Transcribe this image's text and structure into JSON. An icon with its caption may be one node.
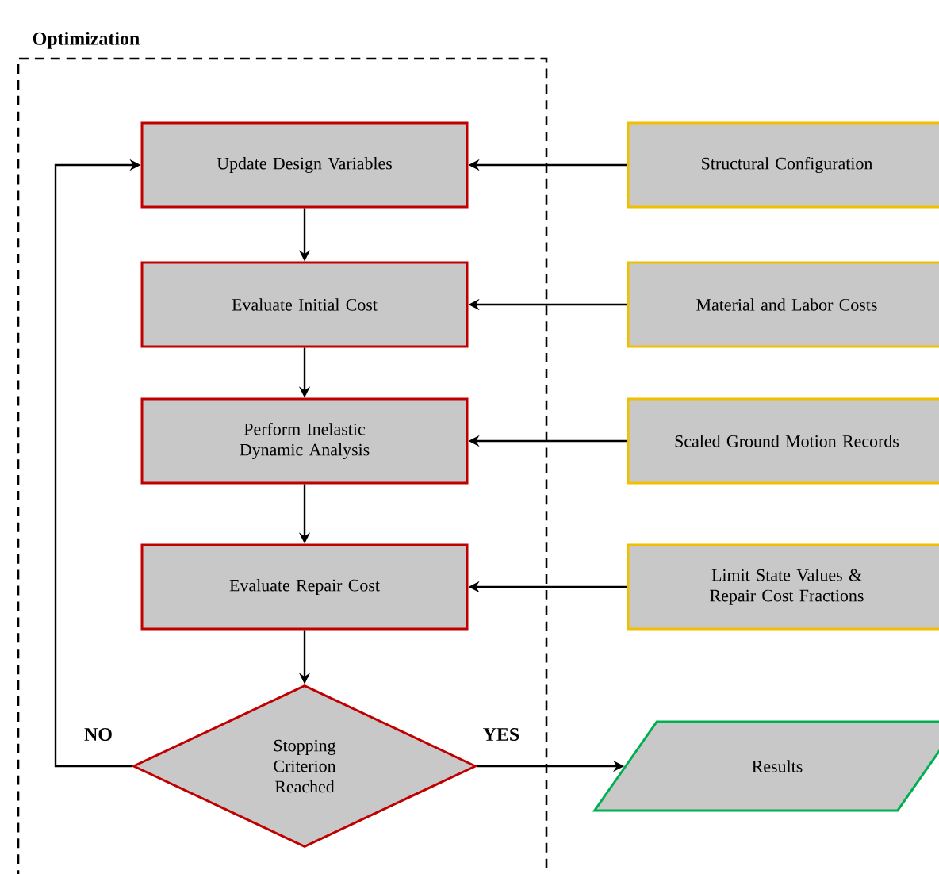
{
  "diagram": {
    "nodes": [
      {
        "text": [
          "Optimization"
        ]
      },
      {
        "text": [
          "Update Design Variables"
        ],
        "in": 0
      },
      {
        "text": [
          "Evaluate Initial Cost"
        ],
        "in": 0
      },
      {
        "text": [
          "Perform Inelastic Dynamic Analysis"
        ],
        "in": 0
      },
      {
        "text": [
          "Evaluate Repair Cost"
        ],
        "in": 0
      },
      {
        "text": [
          "Stopping Criterion Reached"
        ],
        "in": 0
      },
      {
        "text": [
          "Structural Configuration"
        ]
      },
      {
        "text": [
          "Material and Labor Costs"
        ]
      },
      {
        "text": [
          "Scaled Ground Motion Records"
        ]
      },
      {
        "text": [
          "Limit State Values & Repair Cost Fractions"
        ]
      },
      {
        "text": [
          "Results"
        ]
      }
    ],
    "edges": [
      {
        "from": 1,
        "to": 2,
        "arrow": "to"
      },
      {
        "from": 2,
        "to": 3,
        "arrow": "to"
      },
      {
        "from": 3,
        "to": 4,
        "arrow": "to"
      },
      {
        "from": 4,
        "to": 5,
        "arrow": "to"
      },
      {
        "from": 5,
        "to": 1,
        "arrow": "to",
        "label": "NO"
      },
      {
        "from": 5,
        "to": 10,
        "arrow": "to",
        "label": "YES"
      },
      {
        "from": 6,
        "to": 1,
        "arrow": "to"
      },
      {
        "from": 7,
        "to": 2,
        "arrow": "to"
      },
      {
        "from": 8,
        "to": 3,
        "arrow": "to"
      },
      {
        "from": 9,
        "to": 4,
        "arrow": "to"
      }
    ]
  }
}
